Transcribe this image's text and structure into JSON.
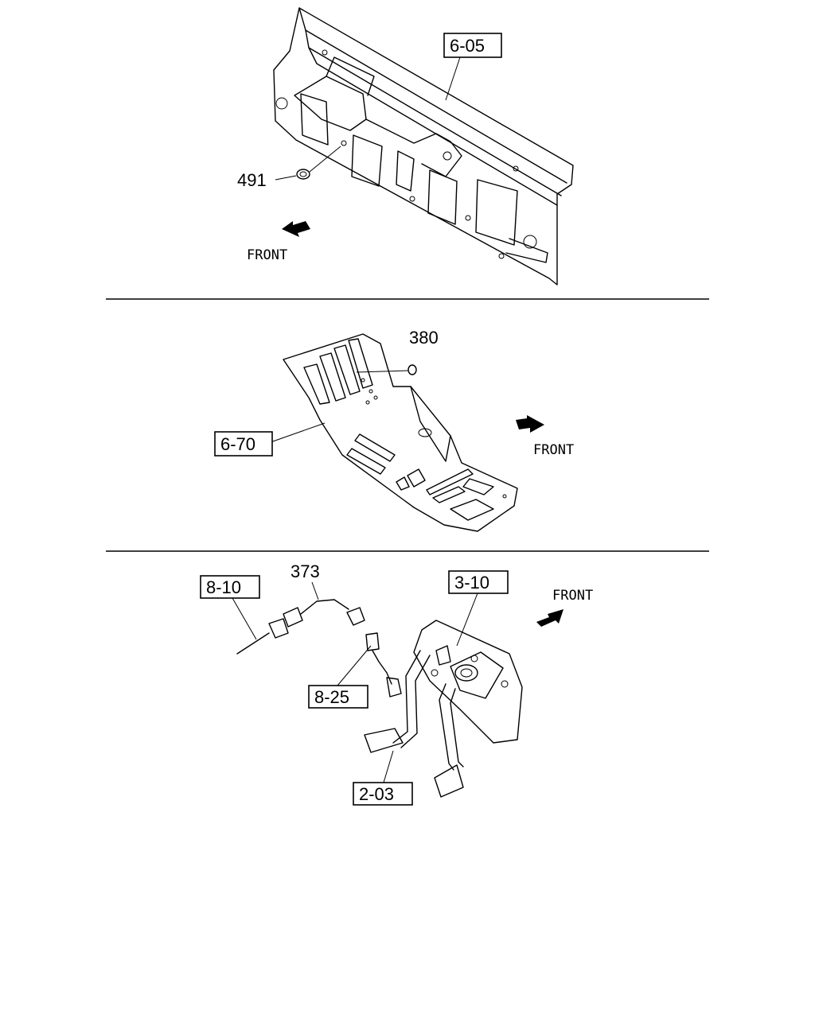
{
  "sections": {
    "dash_panel": {
      "ref_box": "6-05",
      "part_number": "491",
      "direction": "FRONT"
    },
    "floor_panel": {
      "ref_box": "6-70",
      "part_number": "380",
      "direction": "FRONT"
    },
    "pedal_assembly": {
      "ref_boxes": [
        "8-10",
        "3-10",
        "8-25",
        "2-03"
      ],
      "part_number": "373",
      "direction": "FRONT"
    }
  },
  "icons": [
    "front-arrow-icon"
  ]
}
